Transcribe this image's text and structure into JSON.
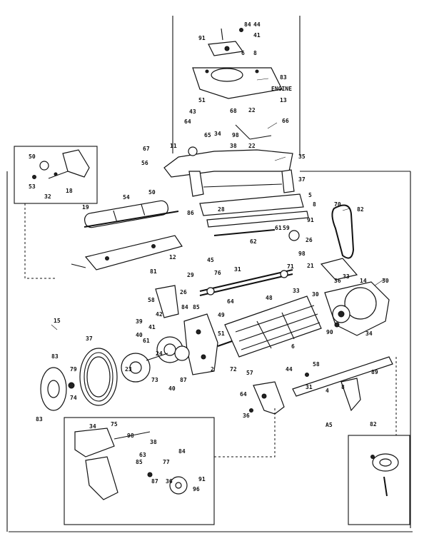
{
  "diagram": {
    "engine_label": "ENGINE",
    "engine_callout": "13",
    "model_tag": "A5",
    "callouts": [
      "84",
      "44",
      "91",
      "41",
      "8",
      "6",
      "83",
      "51",
      "43",
      "64",
      "68",
      "22",
      "65",
      "34",
      "11",
      "98",
      "66",
      "67",
      "22",
      "38",
      "35",
      "56",
      "37",
      "5",
      "8",
      "91",
      "26",
      "50",
      "53",
      "32",
      "18",
      "54",
      "50",
      "19",
      "28",
      "86",
      "61",
      "59",
      "62",
      "70",
      "82",
      "81",
      "12",
      "45",
      "29",
      "76",
      "31",
      "98",
      "71",
      "21",
      "58",
      "26",
      "84",
      "85",
      "64",
      "48",
      "33",
      "30",
      "36",
      "33",
      "39",
      "49",
      "15",
      "41",
      "42",
      "14",
      "30",
      "37",
      "83",
      "40",
      "61",
      "24",
      "23",
      "73",
      "40",
      "87",
      "2",
      "72",
      "51",
      "6",
      "90",
      "34",
      "58",
      "44",
      "31",
      "57",
      "64",
      "4",
      "8",
      "36",
      "79",
      "74",
      "83",
      "89",
      "82",
      "34",
      "75",
      "98",
      "38",
      "63",
      "84",
      "85",
      "77",
      "91",
      "96",
      "87",
      "36"
    ]
  }
}
